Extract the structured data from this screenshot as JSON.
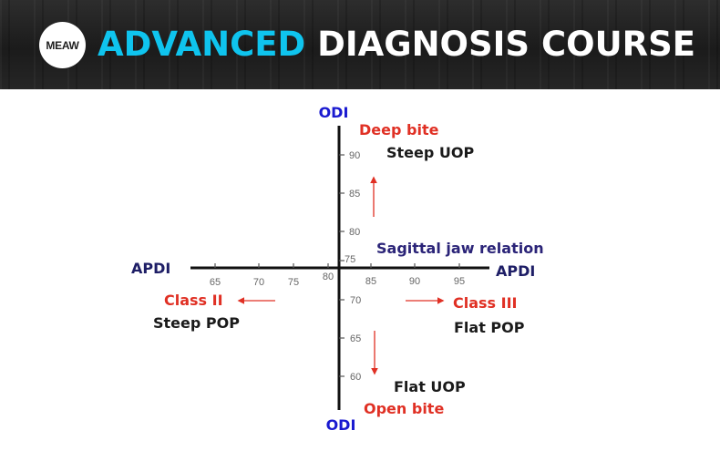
{
  "header": {
    "logo_text": "MEAW",
    "title_highlight": "ADVANCED",
    "title_rest": "DIAGNOSIS COURSE"
  },
  "diagram": {
    "vertical_axis_top": "ODI",
    "vertical_axis_bottom": "ODI",
    "horizontal_axis_left": "APDI",
    "horizontal_axis_right": "APDI",
    "center_label": "Sagittal jaw relation",
    "top": {
      "label": "Deep bite",
      "sub": "Steep UOP"
    },
    "bottom": {
      "sub": "Flat UOP",
      "label": "Open bite"
    },
    "left": {
      "label": "Class II",
      "sub": "Steep POP"
    },
    "right": {
      "label": "Class III",
      "sub": "Flat POP"
    },
    "h_ticks": [
      "65",
      "70",
      "75",
      "80",
      "85",
      "90",
      "95"
    ],
    "v_ticks": [
      "90",
      "85",
      "80",
      "75",
      "70",
      "65",
      "60"
    ],
    "colors": {
      "axis_label": "#1a1ad0",
      "center_label": "#2b2478",
      "red": "#e03024",
      "black": "#1a1a1a"
    }
  }
}
